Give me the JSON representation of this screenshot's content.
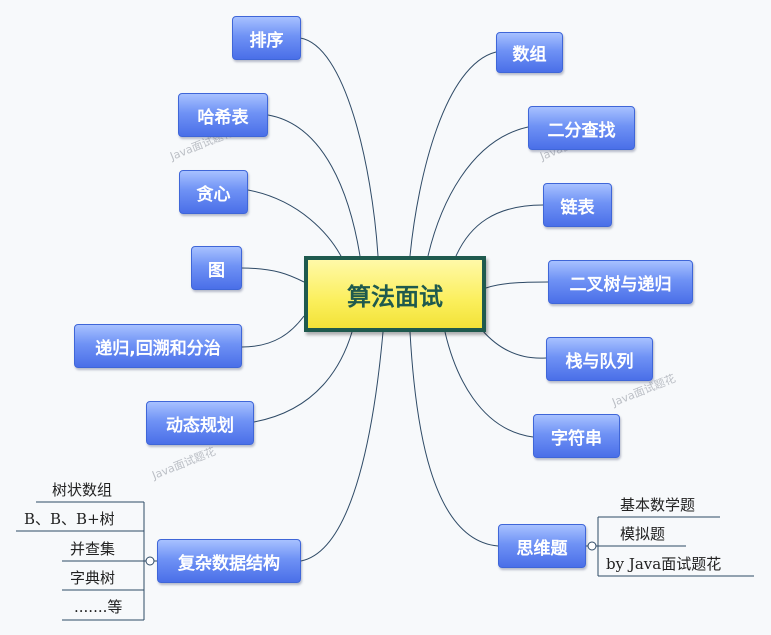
{
  "central": "算法面试",
  "left_topics": [
    "排序",
    "哈希表",
    "贪心",
    "图",
    "递归,回溯和分治",
    "动态规划",
    "复杂数据结构"
  ],
  "right_topics": [
    "数组",
    "二分查找",
    "链表",
    "二叉树与递归",
    "栈与队列",
    "字符串",
    "思维题"
  ],
  "complex_ds_subitems": [
    "树状数组",
    "B、B、B+树",
    "并查集",
    "字典树",
    ".......等"
  ],
  "thinking_subitems": [
    "基本数学题",
    "模拟题",
    "by Java面试题花"
  ],
  "watermark": "Java面试题花",
  "colors": {
    "node_top": "#a7c1ff",
    "node_bottom": "#4a6fe8",
    "central_fill": "#fbef5c",
    "central_border": "#1f5a4e",
    "connector": "#2e4a66"
  }
}
